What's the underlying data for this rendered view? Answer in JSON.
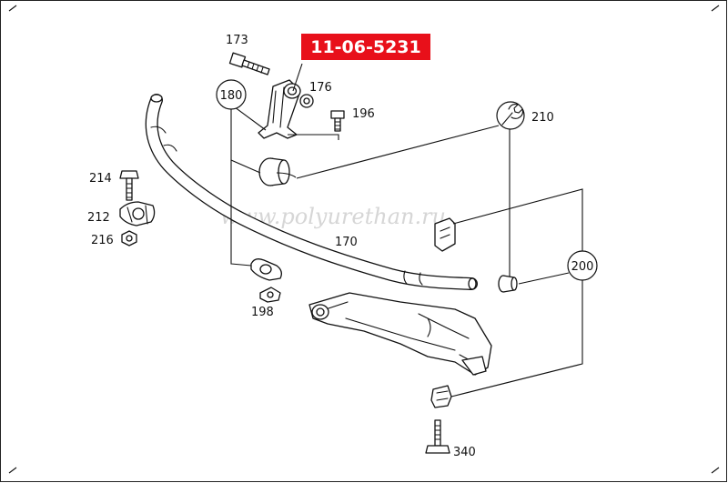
{
  "badge": {
    "text": "11-06-5231",
    "color": "#e8101a"
  },
  "watermark": {
    "text": "www.polyurethan.ru"
  },
  "labels": {
    "l173": "173",
    "l176": "176",
    "l196": "196",
    "l210": "210",
    "l214": "214",
    "l212": "212",
    "l216": "216",
    "l170": "170",
    "l198": "198",
    "l340": "340"
  },
  "circles": {
    "c180": "180",
    "c200": "200"
  },
  "icons": {
    "wrench": "wrench-icon"
  }
}
